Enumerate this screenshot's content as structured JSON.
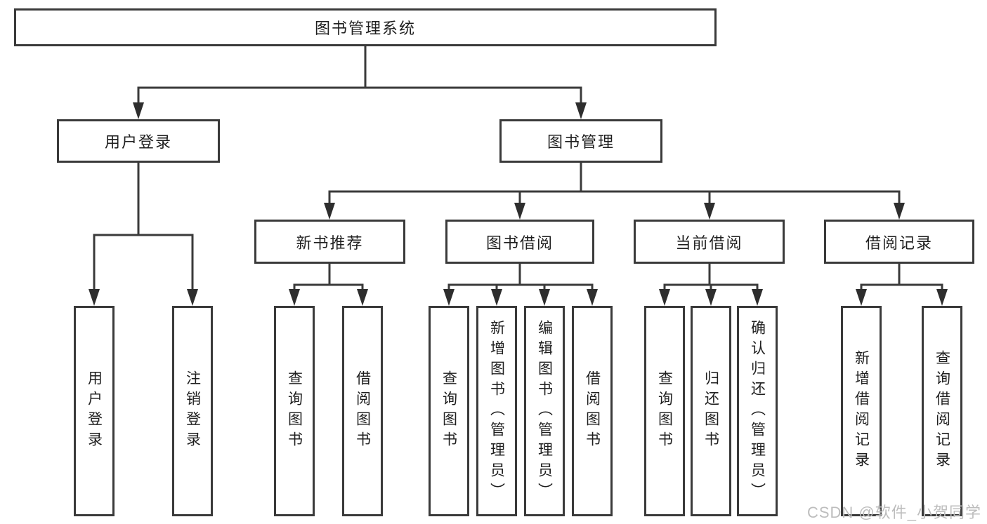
{
  "diagram": {
    "tree": {
      "root": {
        "label": "图书管理系统",
        "children": [
          {
            "label": "用户登录",
            "children": [
              {
                "label": "用户登录"
              },
              {
                "label": "注销登录"
              }
            ]
          },
          {
            "label": "图书管理",
            "children": [
              {
                "label": "新书推荐",
                "children": [
                  {
                    "label": "查询图书"
                  },
                  {
                    "label": "借阅图书"
                  }
                ]
              },
              {
                "label": "图书借阅",
                "children": [
                  {
                    "label": "查询图书"
                  },
                  {
                    "label": "新增图书（管理员）"
                  },
                  {
                    "label": "编辑图书（管理员）"
                  },
                  {
                    "label": "借阅图书"
                  }
                ]
              },
              {
                "label": "当前借阅",
                "children": [
                  {
                    "label": "查询图书"
                  },
                  {
                    "label": "归还图书"
                  },
                  {
                    "label": "确认归还（管理员）"
                  }
                ]
              },
              {
                "label": "借阅记录",
                "children": [
                  {
                    "label": "新增借阅记录"
                  },
                  {
                    "label": "查询借阅记录"
                  }
                ]
              }
            ]
          }
        ]
      }
    },
    "watermark": "CSDN @软件_小贺同学",
    "colors": {
      "line": "#3a3a3a",
      "text": "#1f1f1f",
      "background": "#ffffff",
      "watermark": "#bdbdbd"
    }
  }
}
